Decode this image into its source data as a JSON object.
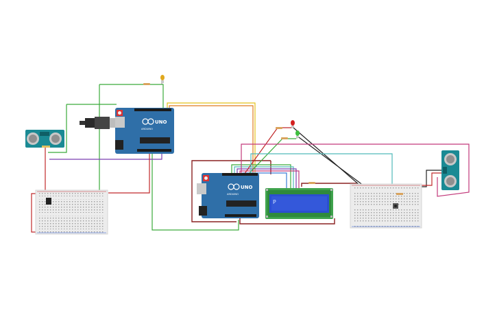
{
  "arduino_uno_1": {
    "logo": "UNO",
    "brand": "ARDUINO"
  },
  "arduino_uno_2": {
    "logo": "UNO",
    "brand": "ARDUINO"
  },
  "lcd": {
    "line1": "P"
  },
  "colors": {
    "board": "#2f6fa8",
    "board_dark": "#1f4f7c",
    "sensor": "#1a8a94",
    "lcd_green": "#3fa34d",
    "lcd_screen": "#2b4fd1",
    "breadboard": "#ececec",
    "wire_green": "#3aaa3a",
    "wire_yellow": "#e4c21a",
    "wire_orange": "#e07b1e",
    "wire_red": "#c0282a",
    "wire_purple": "#7b3fb0",
    "wire_magenta": "#c2387a",
    "wire_teal": "#4fb9b9",
    "wire_black": "#222222"
  }
}
